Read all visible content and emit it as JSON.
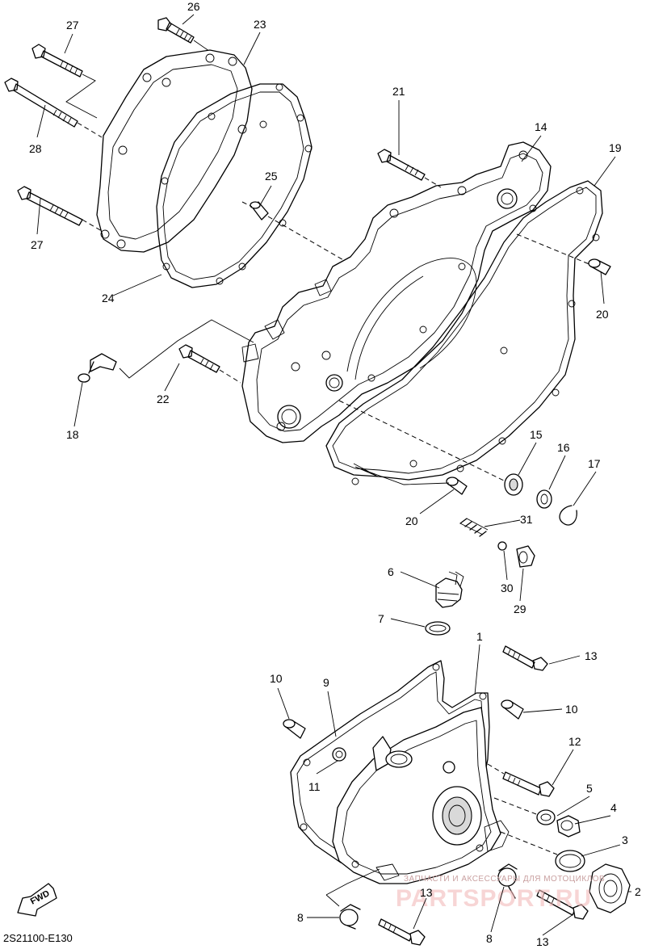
{
  "diagram_code": "2S21100-E130",
  "fwd_label": "FWD",
  "watermark": {
    "line1": "ЗАПЧАСТИ И АКСЕССУАРЫ ДЛЯ МОТОЦИКЛОВ",
    "line2": "PARTSPORT.RU"
  },
  "callouts": {
    "c1": "1",
    "c2": "2",
    "c3": "3",
    "c4": "4",
    "c5": "5",
    "c6": "6",
    "c7": "7",
    "c8a": "8",
    "c8b": "8",
    "c9": "9",
    "c10a": "10",
    "c10b": "10",
    "c11": "11",
    "c12": "12",
    "c13a": "13",
    "c13b": "13",
    "c13c": "13",
    "c14": "14",
    "c15": "15",
    "c16": "16",
    "c17": "17",
    "c18": "18",
    "c19": "19",
    "c20a": "20",
    "c20b": "20",
    "c21": "21",
    "c22": "22",
    "c23": "23",
    "c24": "24",
    "c25": "25",
    "c26": "26",
    "c27a": "27",
    "c27b": "27",
    "c28": "28",
    "c29": "29",
    "c30": "30",
    "c31": "31"
  }
}
